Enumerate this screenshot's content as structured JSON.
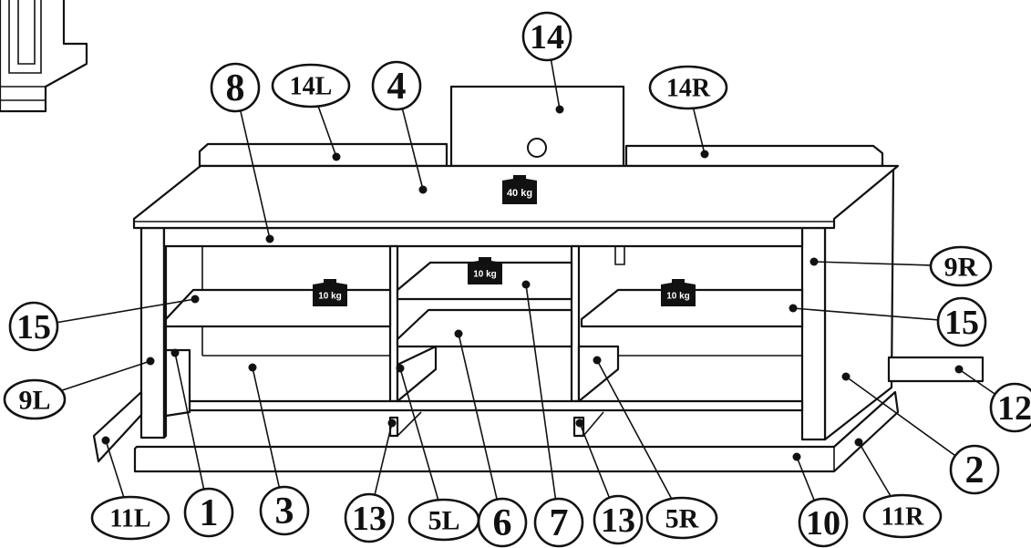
{
  "diagram": {
    "callouts": [
      {
        "label": "14",
        "shape": "circle"
      },
      {
        "label": "8",
        "shape": "circle"
      },
      {
        "label": "14L",
        "shape": "ellipse"
      },
      {
        "label": "4",
        "shape": "circle"
      },
      {
        "label": "14R",
        "shape": "ellipse"
      },
      {
        "label": "9R",
        "shape": "ellipse"
      },
      {
        "label": "15",
        "shape": "circle"
      },
      {
        "label": "15",
        "shape": "circle"
      },
      {
        "label": "9L",
        "shape": "ellipse"
      },
      {
        "label": "12",
        "shape": "circle"
      },
      {
        "label": "2",
        "shape": "circle"
      },
      {
        "label": "11L",
        "shape": "ellipse"
      },
      {
        "label": "1",
        "shape": "circle"
      },
      {
        "label": "3",
        "shape": "circle"
      },
      {
        "label": "13",
        "shape": "circle"
      },
      {
        "label": "5L",
        "shape": "ellipse"
      },
      {
        "label": "6",
        "shape": "circle"
      },
      {
        "label": "7",
        "shape": "circle"
      },
      {
        "label": "13",
        "shape": "circle"
      },
      {
        "label": "5R",
        "shape": "ellipse"
      },
      {
        "label": "10",
        "shape": "circle"
      },
      {
        "label": "11R",
        "shape": "ellipse"
      }
    ],
    "weights": [
      {
        "label": "40 kg"
      },
      {
        "label": "10 kg"
      },
      {
        "label": "10 kg"
      },
      {
        "label": "10 kg"
      }
    ]
  }
}
